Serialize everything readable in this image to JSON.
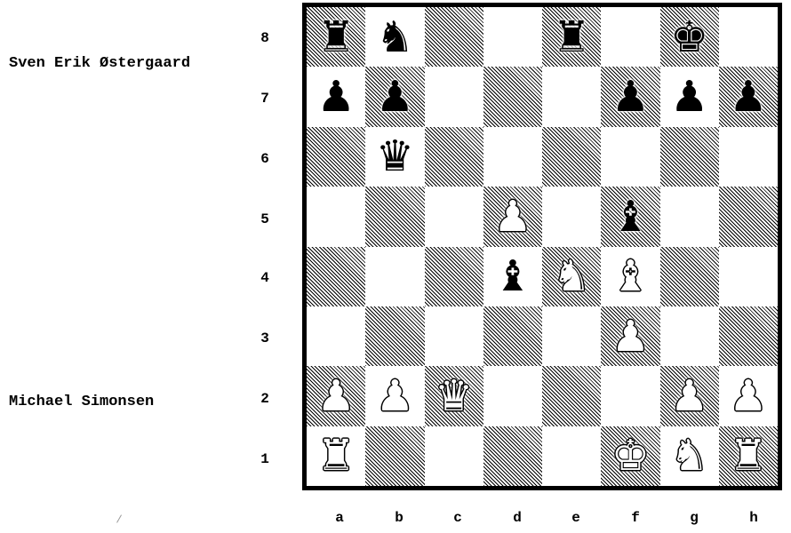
{
  "players": {
    "top": "Sven Erik Østergaard",
    "bottom": "Michael Simonsen"
  },
  "ranks": [
    "8",
    "7",
    "6",
    "5",
    "4",
    "3",
    "2",
    "1"
  ],
  "files": [
    "a",
    "b",
    "c",
    "d",
    "e",
    "f",
    "g",
    "h"
  ],
  "colors": {
    "light_square": "#ffffff",
    "dark_square_hatch": "#000000",
    "border": "#000000"
  },
  "pieces": [
    {
      "square": "a8",
      "color": "black",
      "type": "rook",
      "glyph": "♜"
    },
    {
      "square": "b8",
      "color": "black",
      "type": "knight",
      "glyph": "♞"
    },
    {
      "square": "e8",
      "color": "black",
      "type": "rook",
      "glyph": "♜"
    },
    {
      "square": "g8",
      "color": "black",
      "type": "king",
      "glyph": "♚"
    },
    {
      "square": "a7",
      "color": "black",
      "type": "pawn",
      "glyph": "♟"
    },
    {
      "square": "b7",
      "color": "black",
      "type": "pawn",
      "glyph": "♟"
    },
    {
      "square": "f7",
      "color": "black",
      "type": "pawn",
      "glyph": "♟"
    },
    {
      "square": "g7",
      "color": "black",
      "type": "pawn",
      "glyph": "♟"
    },
    {
      "square": "h7",
      "color": "black",
      "type": "pawn",
      "glyph": "♟"
    },
    {
      "square": "b6",
      "color": "black",
      "type": "queen",
      "glyph": "♛"
    },
    {
      "square": "d5",
      "color": "white",
      "type": "pawn",
      "glyph": "♟"
    },
    {
      "square": "f5",
      "color": "black",
      "type": "bishop",
      "glyph": "♝"
    },
    {
      "square": "d4",
      "color": "black",
      "type": "bishop",
      "glyph": "♝"
    },
    {
      "square": "e4",
      "color": "white",
      "type": "knight",
      "glyph": "♞"
    },
    {
      "square": "f4",
      "color": "white",
      "type": "bishop",
      "glyph": "♝"
    },
    {
      "square": "f3",
      "color": "white",
      "type": "pawn",
      "glyph": "♟"
    },
    {
      "square": "a2",
      "color": "white",
      "type": "pawn",
      "glyph": "♟"
    },
    {
      "square": "b2",
      "color": "white",
      "type": "pawn",
      "glyph": "♟"
    },
    {
      "square": "c2",
      "color": "white",
      "type": "queen",
      "glyph": "♛"
    },
    {
      "square": "g2",
      "color": "white",
      "type": "pawn",
      "glyph": "♟"
    },
    {
      "square": "h2",
      "color": "white",
      "type": "pawn",
      "glyph": "♟"
    },
    {
      "square": "a1",
      "color": "white",
      "type": "rook",
      "glyph": "♜"
    },
    {
      "square": "f1",
      "color": "white",
      "type": "king",
      "glyph": "♚"
    },
    {
      "square": "g1",
      "color": "white",
      "type": "knight",
      "glyph": "♞"
    },
    {
      "square": "h1",
      "color": "white",
      "type": "rook",
      "glyph": "♜"
    }
  ]
}
